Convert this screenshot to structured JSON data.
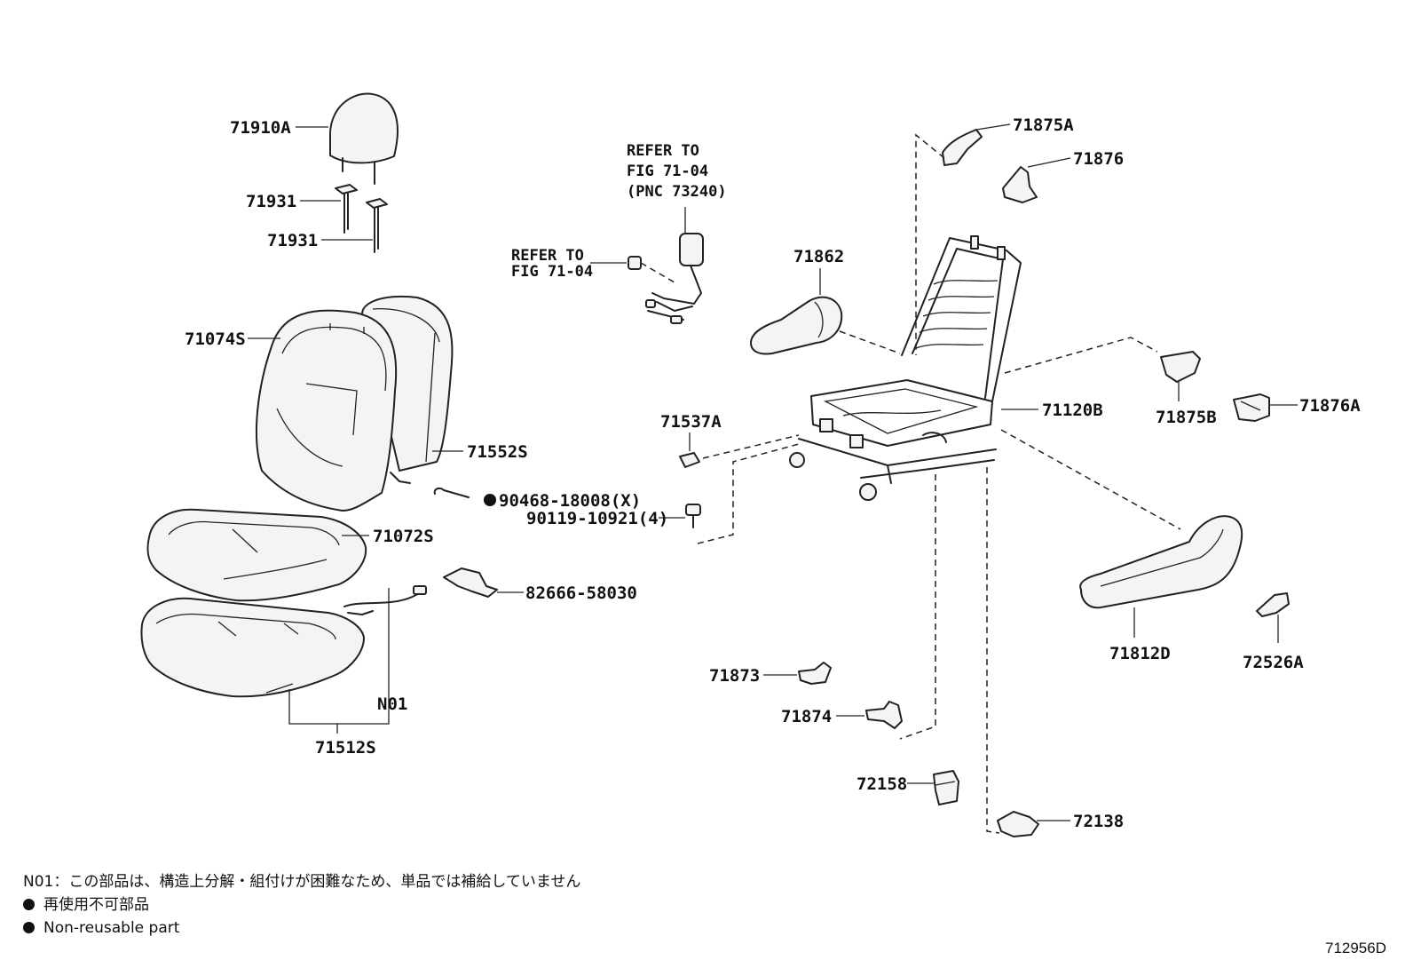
{
  "parts": {
    "p71910A": "71910A",
    "p71931a": "71931",
    "p71931b": "71931",
    "p71074S": "71074S",
    "p71552S": "71552S",
    "p71072S": "71072S",
    "p71512S": "71512S",
    "pN01": "N01",
    "p90468": "90468-18008(X)",
    "p90119": "90119-10921(4)",
    "p82666": "82666-58030",
    "p71537A": "71537A",
    "p71862": "71862",
    "p71875A": "71875A",
    "p71876": "71876",
    "p71120B": "71120B",
    "p71875B": "71875B",
    "p71876A": "71876A",
    "p71812D": "71812D",
    "p72526A": "72526A",
    "p71873": "71873",
    "p71874": "71874",
    "p72158": "72158",
    "p72138": "72138"
  },
  "refs": {
    "seatbelt_line1": "REFER TO",
    "seatbelt_line2": "FIG 71-04",
    "seatbelt_line3": "(PNC 73240)",
    "bolt_line1": "REFER TO",
    "bolt_line2": "FIG 71-04"
  },
  "notes": {
    "n01_note": "N01：この部品は、構造上分解・組付けが困難なため、単品では補給していません",
    "legend_jp": "再使用不可部品",
    "legend_en": "Non-reusable part"
  },
  "figure_number": "712956D",
  "icons": {
    "legend_marker": "filled-circle-icon"
  }
}
